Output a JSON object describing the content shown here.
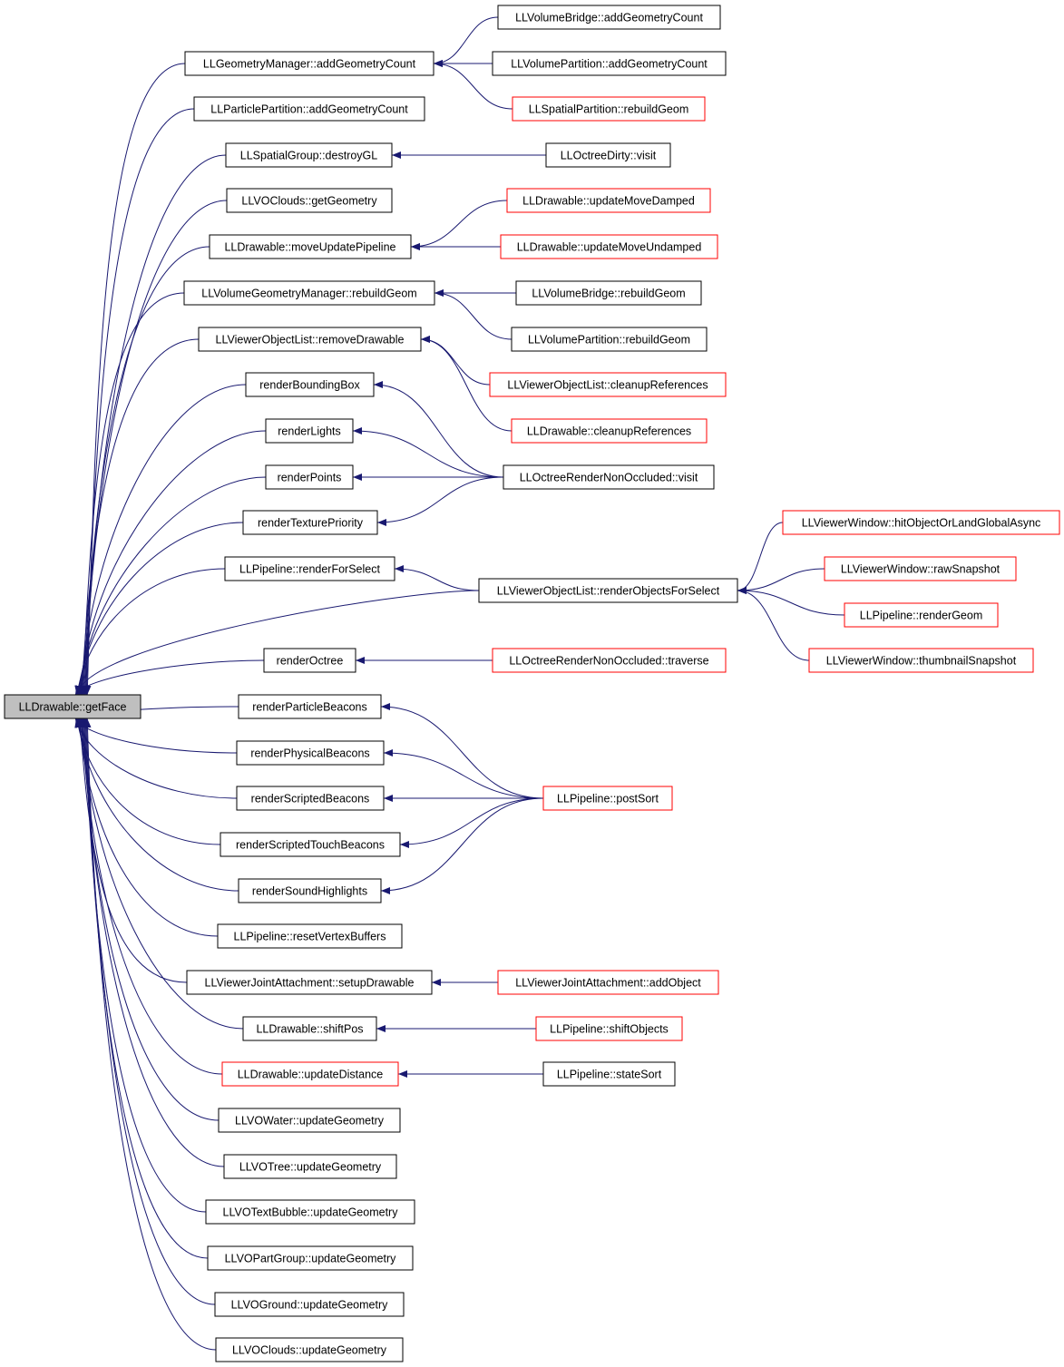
{
  "colors": {
    "edge": "#191970",
    "root_fill": "#bfbfbf",
    "red_border": "#ff0000",
    "black_border": "#000000"
  },
  "nodes": [
    {
      "id": "root",
      "label": "LLDrawable::getFace",
      "style": "root"
    },
    {
      "id": "gm_agc",
      "label": "LLGeometryManager::addGeometryCount",
      "style": "black"
    },
    {
      "id": "pp_agc",
      "label": "LLParticlePartition::addGeometryCount",
      "style": "black"
    },
    {
      "id": "sg_dgl",
      "label": "LLSpatialGroup::destroyGL",
      "style": "black"
    },
    {
      "id": "voc_gg",
      "label": "LLVOClouds::getGeometry",
      "style": "black"
    },
    {
      "id": "d_mup",
      "label": "LLDrawable::moveUpdatePipeline",
      "style": "black"
    },
    {
      "id": "vgm_rg",
      "label": "LLVolumeGeometryManager::rebuildGeom",
      "style": "black"
    },
    {
      "id": "vol_rd",
      "label": "LLViewerObjectList::removeDrawable",
      "style": "black"
    },
    {
      "id": "rbb",
      "label": "renderBoundingBox",
      "style": "black"
    },
    {
      "id": "rl",
      "label": "renderLights",
      "style": "black"
    },
    {
      "id": "rp",
      "label": "renderPoints",
      "style": "black"
    },
    {
      "id": "rtp",
      "label": "renderTexturePriority",
      "style": "black"
    },
    {
      "id": "p_rfs",
      "label": "LLPipeline::renderForSelect",
      "style": "black"
    },
    {
      "id": "ro",
      "label": "renderOctree",
      "style": "black"
    },
    {
      "id": "rpb",
      "label": "renderParticleBeacons",
      "style": "black"
    },
    {
      "id": "rphb",
      "label": "renderPhysicalBeacons",
      "style": "black"
    },
    {
      "id": "rsb",
      "label": "renderScriptedBeacons",
      "style": "black"
    },
    {
      "id": "rstb",
      "label": "renderScriptedTouchBeacons",
      "style": "black"
    },
    {
      "id": "rsh",
      "label": "renderSoundHighlights",
      "style": "black"
    },
    {
      "id": "p_rvb",
      "label": "LLPipeline::resetVertexBuffers",
      "style": "black"
    },
    {
      "id": "vja_sd",
      "label": "LLViewerJointAttachment::setupDrawable",
      "style": "black"
    },
    {
      "id": "d_sp",
      "label": "LLDrawable::shiftPos",
      "style": "black"
    },
    {
      "id": "d_ud",
      "label": "LLDrawable::updateDistance",
      "style": "red"
    },
    {
      "id": "vow_ug",
      "label": "LLVOWater::updateGeometry",
      "style": "black"
    },
    {
      "id": "vot_ug",
      "label": "LLVOTree::updateGeometry",
      "style": "black"
    },
    {
      "id": "votb_ug",
      "label": "LLVOTextBubble::updateGeometry",
      "style": "black"
    },
    {
      "id": "vopg_ug",
      "label": "LLVOPartGroup::updateGeometry",
      "style": "black"
    },
    {
      "id": "vog_ug",
      "label": "LLVOGround::updateGeometry",
      "style": "black"
    },
    {
      "id": "voc_ug",
      "label": "LLVOClouds::updateGeometry",
      "style": "black"
    },
    {
      "id": "vb_agc",
      "label": "LLVolumeBridge::addGeometryCount",
      "style": "black"
    },
    {
      "id": "vp_agc",
      "label": "LLVolumePartition::addGeometryCount",
      "style": "black"
    },
    {
      "id": "sp_rg",
      "label": "LLSpatialPartition::rebuildGeom",
      "style": "red"
    },
    {
      "id": "od_v",
      "label": "LLOctreeDirty::visit",
      "style": "black"
    },
    {
      "id": "d_umd",
      "label": "LLDrawable::updateMoveDamped",
      "style": "red"
    },
    {
      "id": "d_umu",
      "label": "LLDrawable::updateMoveUndamped",
      "style": "red"
    },
    {
      "id": "vb_rg",
      "label": "LLVolumeBridge::rebuildGeom",
      "style": "black"
    },
    {
      "id": "vp_rg",
      "label": "LLVolumePartition::rebuildGeom",
      "style": "black"
    },
    {
      "id": "vol_cr",
      "label": "LLViewerObjectList::cleanupReferences",
      "style": "red"
    },
    {
      "id": "d_cr",
      "label": "LLDrawable::cleanupReferences",
      "style": "red"
    },
    {
      "id": "ornov",
      "label": "LLOctreeRenderNonOccluded::visit",
      "style": "black"
    },
    {
      "id": "vol_rofs",
      "label": "LLViewerObjectList::renderObjectsForSelect",
      "style": "black"
    },
    {
      "id": "ornot",
      "label": "LLOctreeRenderNonOccluded::traverse",
      "style": "red"
    },
    {
      "id": "p_ps",
      "label": "LLPipeline::postSort",
      "style": "red"
    },
    {
      "id": "vja_ao",
      "label": "LLViewerJointAttachment::addObject",
      "style": "red"
    },
    {
      "id": "p_so",
      "label": "LLPipeline::shiftObjects",
      "style": "red"
    },
    {
      "id": "p_ss",
      "label": "LLPipeline::stateSort",
      "style": "black"
    },
    {
      "id": "vw_holga",
      "label": "LLViewerWindow::hitObjectOrLandGlobalAsync",
      "style": "red"
    },
    {
      "id": "vw_rs",
      "label": "LLViewerWindow::rawSnapshot",
      "style": "red"
    },
    {
      "id": "p_rg",
      "label": "LLPipeline::renderGeom",
      "style": "red"
    },
    {
      "id": "vw_ts",
      "label": "LLViewerWindow::thumbnailSnapshot",
      "style": "red"
    }
  ],
  "edges": [
    [
      "gm_agc",
      "root"
    ],
    [
      "pp_agc",
      "root"
    ],
    [
      "sg_dgl",
      "root"
    ],
    [
      "voc_gg",
      "root"
    ],
    [
      "d_mup",
      "root"
    ],
    [
      "vgm_rg",
      "root"
    ],
    [
      "vol_rd",
      "root"
    ],
    [
      "rbb",
      "root"
    ],
    [
      "rl",
      "root"
    ],
    [
      "rp",
      "root"
    ],
    [
      "rtp",
      "root"
    ],
    [
      "p_rfs",
      "root"
    ],
    [
      "vol_rofs",
      "root"
    ],
    [
      "ro",
      "root"
    ],
    [
      "rpb",
      "root"
    ],
    [
      "rphb",
      "root"
    ],
    [
      "rsb",
      "root"
    ],
    [
      "rstb",
      "root"
    ],
    [
      "rsh",
      "root"
    ],
    [
      "p_rvb",
      "root"
    ],
    [
      "vja_sd",
      "root"
    ],
    [
      "d_sp",
      "root"
    ],
    [
      "d_ud",
      "root"
    ],
    [
      "vow_ug",
      "root"
    ],
    [
      "vot_ug",
      "root"
    ],
    [
      "votb_ug",
      "root"
    ],
    [
      "vopg_ug",
      "root"
    ],
    [
      "vog_ug",
      "root"
    ],
    [
      "voc_ug",
      "root"
    ],
    [
      "vb_agc",
      "gm_agc"
    ],
    [
      "vp_agc",
      "gm_agc"
    ],
    [
      "sp_rg",
      "gm_agc"
    ],
    [
      "od_v",
      "sg_dgl"
    ],
    [
      "d_umd",
      "d_mup"
    ],
    [
      "d_umu",
      "d_mup"
    ],
    [
      "vb_rg",
      "vgm_rg"
    ],
    [
      "vp_rg",
      "vgm_rg"
    ],
    [
      "vol_cr",
      "vol_rd"
    ],
    [
      "d_cr",
      "vol_rd"
    ],
    [
      "ornov",
      "rbb"
    ],
    [
      "ornov",
      "rl"
    ],
    [
      "ornov",
      "rp"
    ],
    [
      "ornov",
      "rtp"
    ],
    [
      "vol_rofs",
      "p_rfs"
    ],
    [
      "ornot",
      "ro"
    ],
    [
      "p_ps",
      "rpb"
    ],
    [
      "p_ps",
      "rphb"
    ],
    [
      "p_ps",
      "rsb"
    ],
    [
      "p_ps",
      "rstb"
    ],
    [
      "p_ps",
      "rsh"
    ],
    [
      "vja_ao",
      "vja_sd"
    ],
    [
      "p_so",
      "d_sp"
    ],
    [
      "p_ss",
      "d_ud"
    ],
    [
      "vw_holga",
      "vol_rofs"
    ],
    [
      "vw_rs",
      "vol_rofs"
    ],
    [
      "p_rg",
      "vol_rofs"
    ],
    [
      "vw_ts",
      "vol_rofs"
    ]
  ]
}
